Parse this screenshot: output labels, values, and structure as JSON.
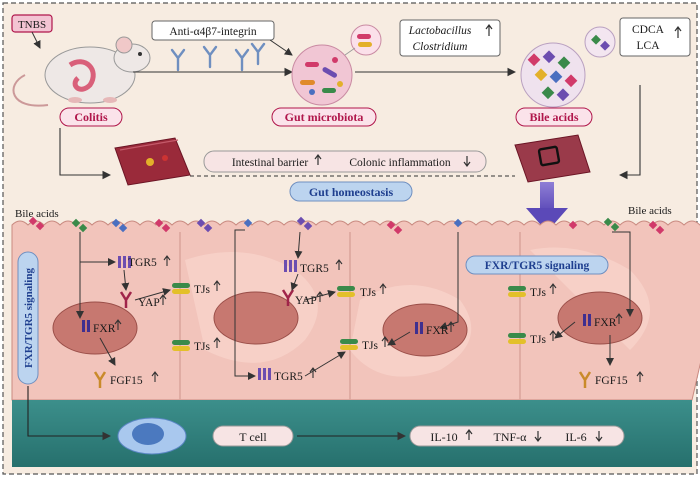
{
  "top": {
    "tnbs": "TNBS",
    "antibody": "Anti-α4β7-integrin",
    "bacteria": [
      "Lactobacillus",
      "Clostridium"
    ],
    "bile_acid_species": [
      "CDCA",
      "LCA"
    ],
    "colitis": "Colitis",
    "gut_microbiota": "Gut microbiota",
    "bile_acids": "Bile acids",
    "barrier": "Intestinal barrier",
    "inflammation": "Colonic inflammation",
    "homeostasis": "Gut homeostasis"
  },
  "epithelium": {
    "bile_acids_left": "Bile acids",
    "bile_acids_right": "Bile acids",
    "signaling_vertical": "FXR/TGR5 signaling",
    "signaling_banner": "FXR/TGR5 signaling",
    "tgr5": "TGR5",
    "yap": "YAP",
    "tjs": "TJs",
    "fxr": "FXR",
    "fgf15": "FGF15"
  },
  "bottom": {
    "t_cell": "T cell",
    "cytokines": [
      "IL-10",
      "TNF-α",
      "IL-6"
    ]
  },
  "colors": {
    "background": "#f7ece1",
    "tissue": "#f2c4bb",
    "lumen": "#2f7f7c",
    "accent_pink": "#b0164b",
    "accent_blue": "#1f3f8f"
  }
}
